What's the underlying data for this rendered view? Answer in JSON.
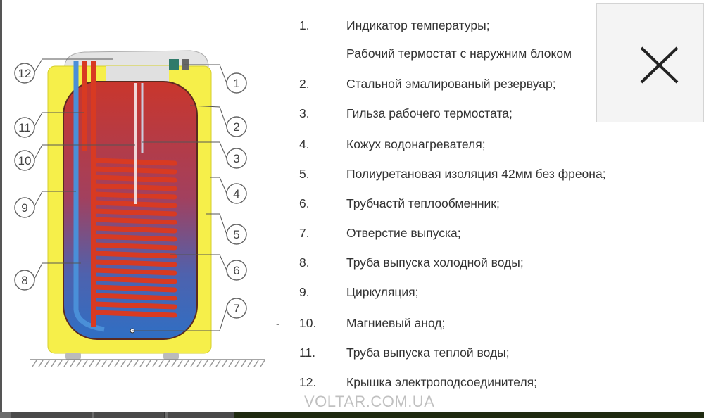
{
  "diagram": {
    "callouts_left": [
      "12",
      "11",
      "10",
      "9",
      "8"
    ],
    "callouts_right": [
      "1",
      "2",
      "3",
      "4",
      "5",
      "6",
      "7"
    ],
    "colors": {
      "insulation": "#f6ef4a",
      "tank_top": "#c9362c",
      "tank_bottom": "#2f6fc4",
      "pipe_hot": "#d83a22",
      "pipe_cold": "#4a8fd8",
      "cap": "#e4e4e4"
    }
  },
  "legend": [
    {
      "num": "1.",
      "text": "Индикатор температуры;"
    },
    {
      "num": "",
      "text": "Рабочий термостат с наружним блоком"
    },
    {
      "num": "2.",
      "text": "Стальной эмалированый резервуар;"
    },
    {
      "num": "3.",
      "text": "Гильза рабочего термостата;"
    },
    {
      "num": "4.",
      "text": "Кожух водонагревателя;"
    },
    {
      "num": "5.",
      "text": "Полиуретановая изоляция 42мм без фреона;"
    },
    {
      "num": "6.",
      "text": "Трубчастй теплообменник;"
    },
    {
      "num": "7.",
      "text": "Отверстие выпуска;"
    },
    {
      "num": "8.",
      "text": "Труба выпуска холодной воды;"
    },
    {
      "num": "9.",
      "text": "Циркуляция;"
    },
    {
      "num": "10.",
      "text": "Магниевый анод;"
    },
    {
      "num": "11.",
      "text": "Труба выпуска теплой воды;"
    },
    {
      "num": "12.",
      "text": "Крышка электроподсоединителя;"
    }
  ],
  "watermark": "VOLTAR.COM.UA",
  "close_icon": "close-x-icon"
}
